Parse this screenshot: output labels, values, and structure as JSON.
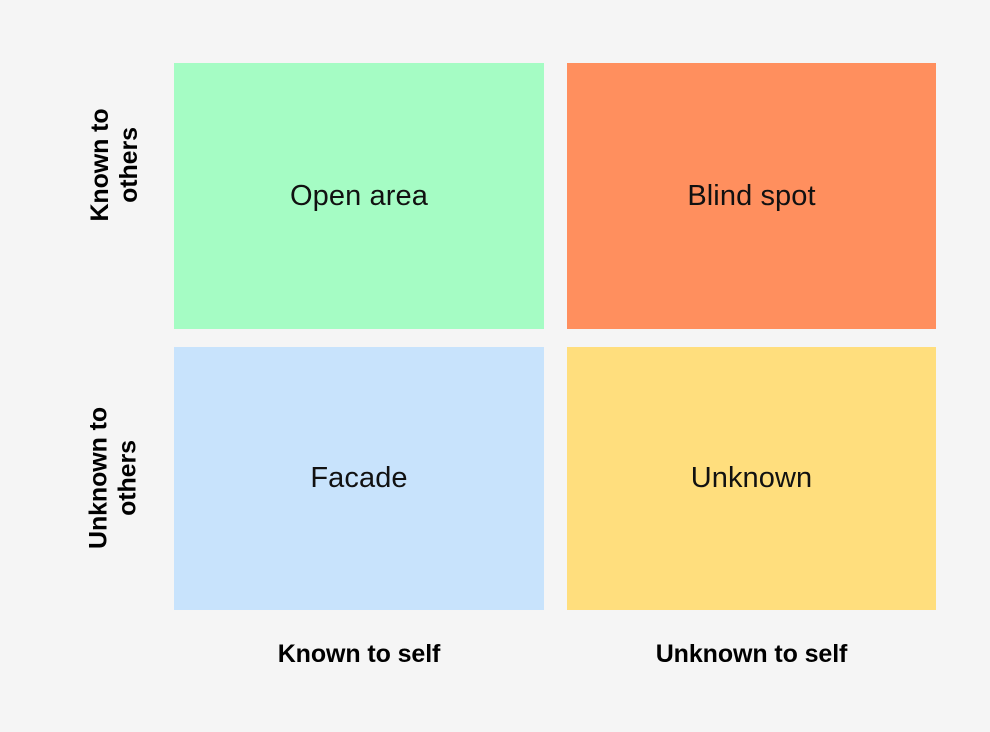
{
  "diagram": {
    "type": "johari-window",
    "background_color": "#f5f5f5",
    "row_axis_labels": [
      {
        "line1": "Known to",
        "line2": "others"
      },
      {
        "line1": "Unknown to",
        "line2": "others"
      }
    ],
    "column_axis_labels": [
      {
        "label": "Known to self"
      },
      {
        "label": "Unknown to self"
      }
    ],
    "quadrants": [
      {
        "id": "open-area",
        "label": "Open area",
        "color": "#a5fcc4",
        "row": "Known to others",
        "column": "Known to self"
      },
      {
        "id": "blind-spot",
        "label": "Blind spot",
        "color": "#ff8f5e",
        "row": "Known to others",
        "column": "Unknown to self"
      },
      {
        "id": "facade",
        "label": "Facade",
        "color": "#c8e3fc",
        "row": "Unknown to others",
        "column": "Known to self"
      },
      {
        "id": "unknown",
        "label": "Unknown",
        "color": "#ffde7d",
        "row": "Unknown to others",
        "column": "Unknown to self"
      }
    ]
  }
}
